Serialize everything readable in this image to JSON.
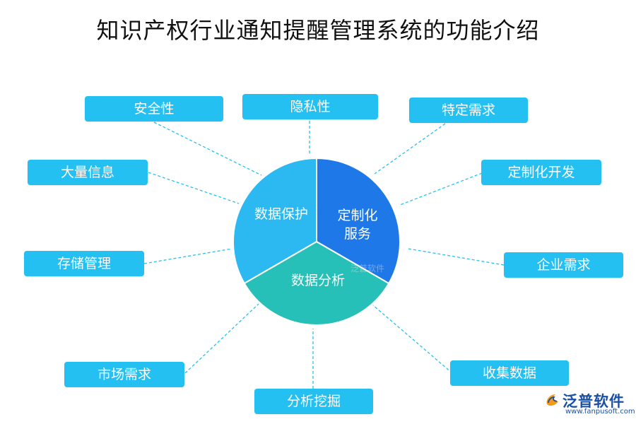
{
  "title": "知识产权行业通知提醒管理系统的功能介绍",
  "center": {
    "segments": [
      {
        "label": "数据保护",
        "color": "#2cb8f0"
      },
      {
        "label": "定制化\n服务",
        "color": "#1e78e8"
      },
      {
        "label": "数据分析",
        "color": "#27c0b8"
      }
    ],
    "watermark": "泛普软件"
  },
  "features": [
    "安全性",
    "隐私性",
    "特定需求",
    "定制化开发",
    "企业需求",
    "收集数据",
    "分析挖掘",
    "市场需求",
    "存储管理",
    "大量信息"
  ],
  "colors": {
    "box": "#25c0f2",
    "connector": "#25c0f2"
  },
  "logo": {
    "name": "泛普软件",
    "url": "www.fanpusoft.com",
    "icon": "fanpu-logo-icon"
  }
}
